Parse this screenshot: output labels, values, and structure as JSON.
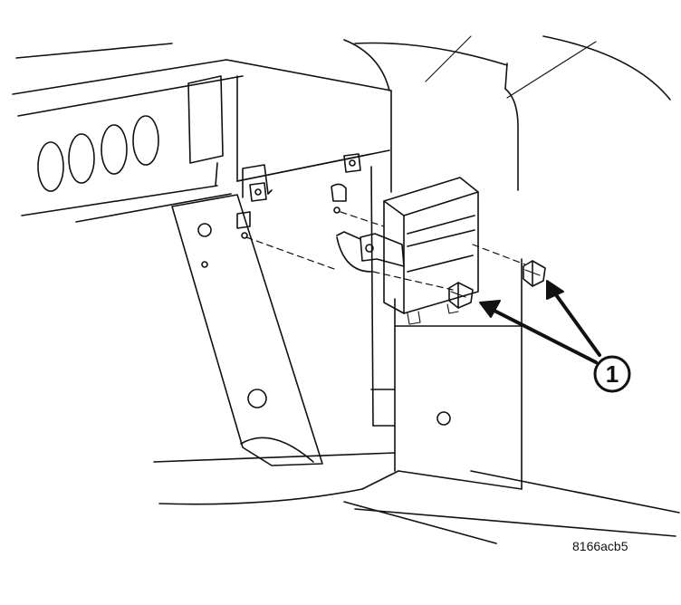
{
  "callout": {
    "number": "1",
    "points_to": [
      "mounting-bolt-lower",
      "mounting-bolt-upper"
    ]
  },
  "figure_code": "8166acb5",
  "colors": {
    "line": "#111111",
    "background": "#ffffff"
  }
}
